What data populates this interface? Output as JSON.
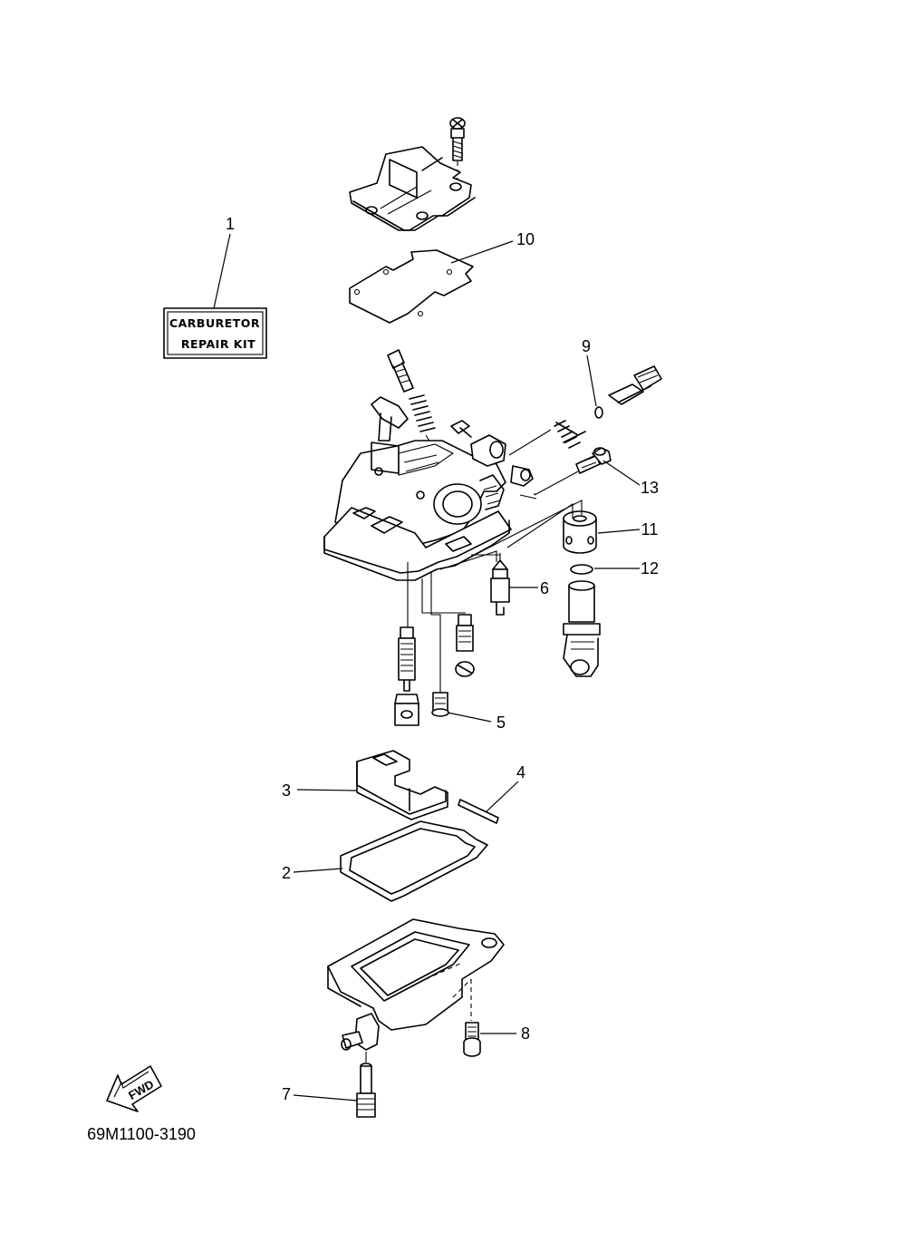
{
  "kit_label": {
    "line1": "CARBURETOR",
    "line2": "REPAIR KIT"
  },
  "fwd_label": "FWD",
  "part_code": "69M1100-3190",
  "callouts": {
    "p1": "1",
    "p2": "2",
    "p3": "3",
    "p4": "4",
    "p5": "5",
    "p6": "6",
    "p7": "7",
    "p8": "8",
    "p9": "9",
    "p10": "10",
    "p11": "11",
    "p12": "12",
    "p13": "13"
  }
}
